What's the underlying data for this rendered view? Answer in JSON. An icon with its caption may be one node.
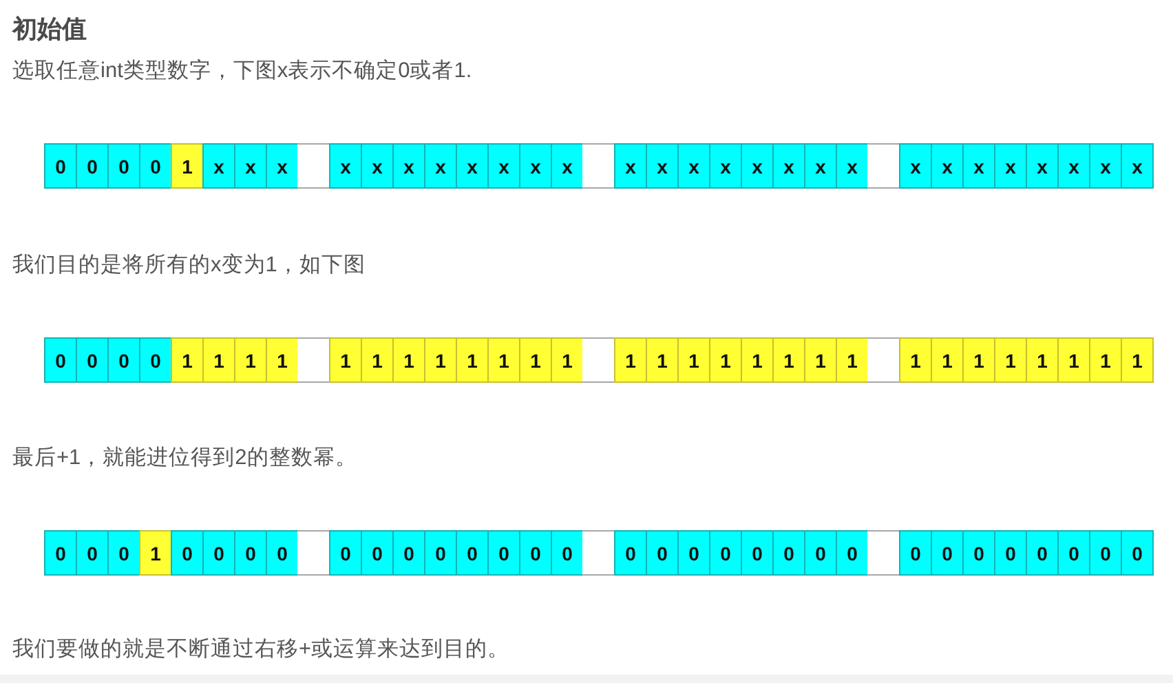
{
  "diagram": {
    "title": "初始值",
    "nodes": [
      {
        "text": [
          "0"
        ]
      },
      {
        "text": [
          "0"
        ]
      },
      {
        "text": [
          "0"
        ]
      },
      {
        "text": [
          "0"
        ]
      },
      {
        "text": [
          "1"
        ]
      },
      {
        "text": [
          "x"
        ]
      },
      {
        "text": [
          "x"
        ]
      },
      {
        "text": [
          "x"
        ]
      },
      {
        "text": [],
        "shape": "box"
      },
      {
        "text": [
          "x"
        ]
      },
      {
        "text": [
          "x"
        ]
      },
      {
        "text": [
          "x"
        ]
      },
      {
        "text": [
          "x"
        ]
      },
      {
        "text": [
          "x"
        ]
      },
      {
        "text": [
          "x"
        ]
      },
      {
        "text": [
          "x"
        ]
      },
      {
        "text": [
          "x"
        ]
      },
      {
        "text": [],
        "shape": "box"
      },
      {
        "text": [
          "x"
        ]
      },
      {
        "text": [
          "x"
        ]
      },
      {
        "text": [
          "x"
        ]
      },
      {
        "text": [
          "x"
        ]
      },
      {
        "text": [
          "x"
        ]
      },
      {
        "text": [
          "x"
        ]
      },
      {
        "text": [
          "x"
        ]
      },
      {
        "text": [
          "x"
        ]
      },
      {
        "text": [],
        "shape": "box"
      },
      {
        "text": [
          "x"
        ]
      },
      {
        "text": [
          "x"
        ]
      },
      {
        "text": [
          "x"
        ]
      },
      {
        "text": [
          "x"
        ]
      },
      {
        "text": [
          "x"
        ]
      },
      {
        "text": [
          "x"
        ]
      },
      {
        "text": [
          "x"
        ]
      },
      {
        "text": [
          "x"
        ]
      },
      {
        "text": [
          "0"
        ]
      },
      {
        "text": [
          "0"
        ]
      },
      {
        "text": [
          "0"
        ]
      },
      {
        "text": [
          "0"
        ]
      },
      {
        "text": [
          "1"
        ]
      },
      {
        "text": [
          "1"
        ]
      },
      {
        "text": [
          "1"
        ]
      },
      {
        "text": [
          "1"
        ]
      },
      {
        "text": [],
        "shape": "box"
      },
      {
        "text": [
          "1"
        ]
      },
      {
        "text": [
          "1"
        ]
      },
      {
        "text": [
          "1"
        ]
      },
      {
        "text": [
          "1"
        ]
      },
      {
        "text": [
          "1"
        ]
      },
      {
        "text": [
          "1"
        ]
      },
      {
        "text": [
          "1"
        ]
      },
      {
        "text": [
          "1"
        ]
      },
      {
        "text": [],
        "shape": "box"
      },
      {
        "text": [
          "1"
        ]
      },
      {
        "text": [
          "1"
        ]
      },
      {
        "text": [
          "1"
        ]
      },
      {
        "text": [
          "1"
        ]
      },
      {
        "text": [
          "1"
        ]
      },
      {
        "text": [
          "1"
        ]
      },
      {
        "text": [
          "1"
        ]
      },
      {
        "text": [
          "1"
        ]
      },
      {
        "text": [],
        "shape": "box"
      },
      {
        "text": [
          "1"
        ]
      },
      {
        "text": [
          "1"
        ]
      },
      {
        "text": [
          "1"
        ]
      },
      {
        "text": [
          "1"
        ]
      },
      {
        "text": [
          "1"
        ]
      },
      {
        "text": [
          "1"
        ]
      },
      {
        "text": [
          "1"
        ]
      },
      {
        "text": [
          "1"
        ]
      },
      {
        "text": [
          "0"
        ]
      },
      {
        "text": [
          "0"
        ]
      },
      {
        "text": [
          "0"
        ]
      },
      {
        "text": [
          "1"
        ]
      },
      {
        "text": [
          "0"
        ]
      },
      {
        "text": [
          "0"
        ]
      },
      {
        "text": [
          "0"
        ]
      },
      {
        "text": [
          "0"
        ]
      },
      {
        "text": [],
        "shape": "box"
      },
      {
        "text": [
          "0"
        ]
      },
      {
        "text": [
          "0"
        ]
      },
      {
        "text": [
          "0"
        ]
      },
      {
        "text": [
          "0"
        ]
      },
      {
        "text": [
          "0"
        ]
      },
      {
        "text": [
          "0"
        ]
      },
      {
        "text": [
          "0"
        ]
      },
      {
        "text": [
          "0"
        ]
      },
      {
        "text": [],
        "shape": "box"
      },
      {
        "text": [
          "0"
        ]
      },
      {
        "text": [
          "0"
        ]
      },
      {
        "text": [
          "0"
        ]
      },
      {
        "text": [
          "0"
        ]
      },
      {
        "text": [
          "0"
        ]
      },
      {
        "text": [
          "0"
        ]
      },
      {
        "text": [
          "0"
        ]
      },
      {
        "text": [
          "0"
        ]
      },
      {
        "text": [],
        "shape": "box"
      },
      {
        "text": [
          "0"
        ]
      },
      {
        "text": [
          "0"
        ]
      },
      {
        "text": [
          "0"
        ]
      },
      {
        "text": [
          "0"
        ]
      },
      {
        "text": [
          "0"
        ]
      },
      {
        "text": [
          "0"
        ]
      },
      {
        "text": [
          "0"
        ]
      },
      {
        "text": [
          "0"
        ]
      }
    ],
    "labels": [
      "选取任意int类型数字，下图x表示不确定0或者1.",
      "我们目的是将所有的x变为1，如下图",
      "最后+1，就能进位得到2的整数幂。",
      "我们要做的就是不断通过右移+或运算来达到目的。"
    ]
  }
}
